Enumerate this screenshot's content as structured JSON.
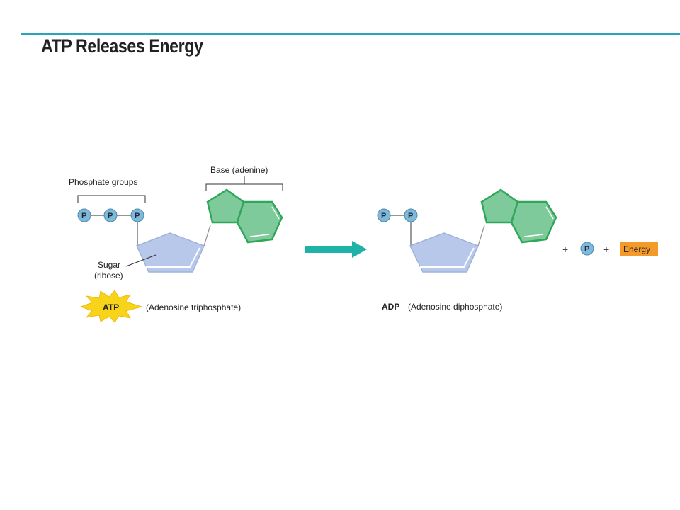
{
  "title": "ATP Releases Energy",
  "labels": {
    "phosphate_groups": "Phosphate groups",
    "base": "Base (adenine)",
    "sugar": "Sugar",
    "ribose": "(ribose)",
    "atp_badge": "ATP",
    "atp_name": "(Adenosine triphosphate)",
    "adp_abbr": "ADP",
    "adp_name": "(Adenosine diphosphate)",
    "energy": "Energy",
    "plus": "+",
    "phosphate": "P"
  },
  "colors": {
    "rule": "#2aa3bf",
    "phosphate": "#7fb8d8",
    "sugar": "#b7c8ea",
    "base": "#7fca9a",
    "base_stroke": "#2fa65a",
    "arrow": "#1fb3a8",
    "energy": "#f39a2a",
    "starburst": "#f7d31a"
  }
}
